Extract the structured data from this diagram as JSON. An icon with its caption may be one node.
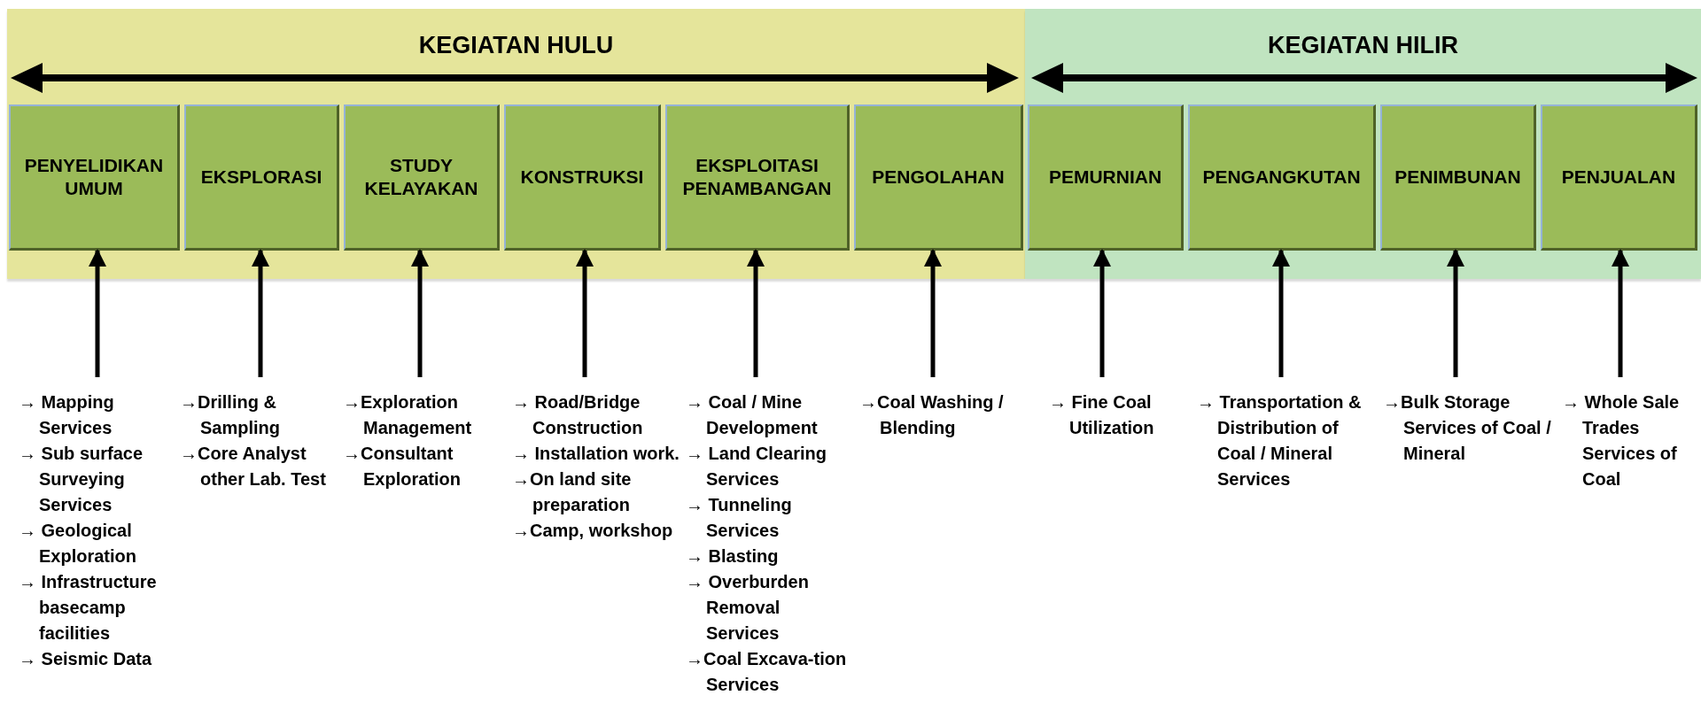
{
  "diagram": {
    "nodes": [
      {
        "text": [
          "KEGIATAN HULU"
        ]
      },
      {
        "text": [
          "KEGIATAN HILIR"
        ]
      },
      {
        "text": [
          "PENYELIDIKAN UMUM"
        ],
        "in": 0
      },
      {
        "text": [
          "EKSPLORASI"
        ],
        "in": 0
      },
      {
        "text": [
          "STUDY KELAYAKAN"
        ],
        "in": 0
      },
      {
        "text": [
          "KONSTRUKSI"
        ],
        "in": 0
      },
      {
        "text": [
          "EKSPLOITASI PENAMBANGAN"
        ],
        "in": 0
      },
      {
        "text": [
          "PENGOLAHAN"
        ],
        "in": 0
      },
      {
        "text": [
          "PEMURNIAN"
        ],
        "in": 1
      },
      {
        "text": [
          "PENGANGKUTAN"
        ],
        "in": 1
      },
      {
        "text": [
          "PENIMBUNAN"
        ],
        "in": 1
      },
      {
        "text": [
          "PENJUALAN"
        ],
        "in": 1
      },
      {
        "text": [
          "→ Mapping Services",
          "→ Sub surface Surveying Services",
          "→ Geological Exploration",
          "→ Infrastructure basecamp facilities",
          "→ Seismic Data"
        ]
      },
      {
        "text": [
          "→Drilling & Sampling",
          "→Core Analyst other Lab. Test"
        ]
      },
      {
        "text": [
          "→Exploration Management",
          "→Consultant Exploration"
        ]
      },
      {
        "text": [
          "→ Road/Bridge Construction",
          "→ Installation work.",
          "→On land site preparation",
          "→Camp, workshop"
        ]
      },
      {
        "text": [
          "→ Coal / Mine Development",
          "→ Land Clearing Services",
          "→ Tunneling Services",
          "→ Blasting",
          "→ Overburden Removal Services",
          "→Coal Excava-tion Services"
        ]
      },
      {
        "text": [
          "→Coal Washing / Blending"
        ]
      },
      {
        "text": [
          "→ Fine Coal Utilization"
        ]
      },
      {
        "text": [
          "→ Transportation & Distribution of Coal / Mineral Services"
        ]
      },
      {
        "text": [
          "→Bulk Storage Services of Coal / Mineral"
        ]
      },
      {
        "text": [
          "→ Whole Sale Trades Services of Coal"
        ]
      }
    ],
    "edges": [
      {
        "from": 12,
        "to": 2,
        "arrow": "to"
      },
      {
        "from": 13,
        "to": 3,
        "arrow": "to"
      },
      {
        "from": 14,
        "to": 4,
        "arrow": "to"
      },
      {
        "from": 15,
        "to": 5,
        "arrow": "to"
      },
      {
        "from": 16,
        "to": 6,
        "arrow": "to"
      },
      {
        "from": 17,
        "to": 7,
        "arrow": "to"
      },
      {
        "from": 18,
        "to": 8,
        "arrow": "to"
      },
      {
        "from": 19,
        "to": 9,
        "arrow": "to"
      },
      {
        "from": 20,
        "to": 10,
        "arrow": "to"
      },
      {
        "from": 21,
        "to": 11,
        "arrow": "to"
      }
    ]
  }
}
